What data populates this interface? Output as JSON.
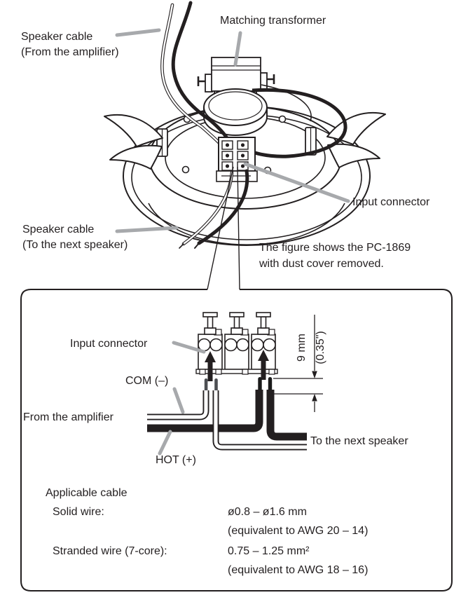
{
  "figure": {
    "top": {
      "speaker_cable_amp_1": "Speaker cable",
      "speaker_cable_amp_2": "(From the amplifier)",
      "matching_transformer": "Matching transformer",
      "input_connector": "Input connector",
      "speaker_cable_next_1": "Speaker cable",
      "speaker_cable_next_2": "(To the next speaker)",
      "note_1": "The figure shows the PC-1869",
      "note_2": "with dust cover removed."
    },
    "detail": {
      "input_connector": "Input connector",
      "com_label": "COM (–)",
      "from_amplifier": "From the amplifier",
      "hot_label": "HOT (+)",
      "to_next_speaker": "To the next speaker",
      "strip_length_mm": "9 mm",
      "strip_length_inch": "(0.35\")",
      "applicable_cable": "Applicable cable",
      "solid_wire_label": "Solid wire:",
      "solid_wire_value": "ø0.8 – ø1.6 mm",
      "solid_wire_equiv": "(equivalent to AWG 20 – 14)",
      "stranded_wire_label": "Stranded wire (7-core):",
      "stranded_wire_value": "0.75 – 1.25 mm²",
      "stranded_wire_equiv": "(equivalent to AWG 18 – 16)"
    },
    "colors": {
      "line": "#231f20",
      "leader": "#a7a9ac",
      "background": "#ffffff"
    }
  }
}
